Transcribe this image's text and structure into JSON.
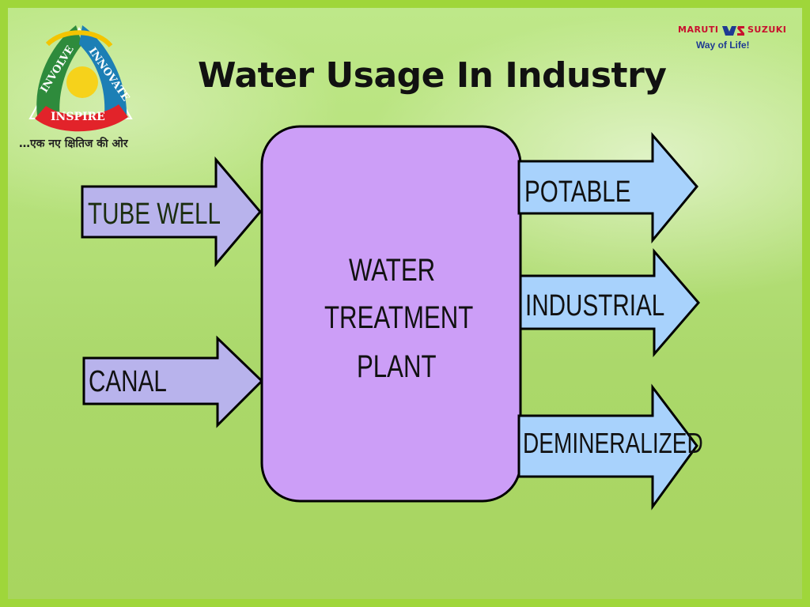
{
  "slide": {
    "title": "Water Usage In Industry",
    "logo": {
      "words": [
        "INVOLVE",
        "INNOVATE",
        "INSPIRE"
      ],
      "tagline": "…एक नए क्षितिज की ओर"
    },
    "brand": {
      "name_left": "MARUTI",
      "name_right": "SUZUKI",
      "tagline": "Way of Life!"
    }
  },
  "diagram": {
    "center": {
      "lines": [
        "WATER",
        "TREATMENT",
        "PLANT"
      ]
    },
    "inputs": [
      {
        "label": "TUBE WELL"
      },
      {
        "label": "CANAL"
      }
    ],
    "outputs": [
      {
        "label": "POTABLE"
      },
      {
        "label": "INDUSTRIAL"
      },
      {
        "label": "DEMINERALIZED"
      }
    ],
    "colors": {
      "input_arrow": "#b8b3ec",
      "output_arrow": "#a8d2fc",
      "center_box": "#cc9ef7",
      "outline": "#000000"
    }
  }
}
